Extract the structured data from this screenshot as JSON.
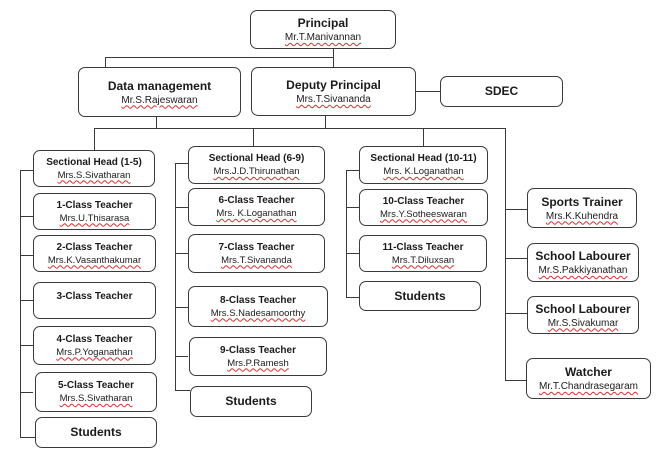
{
  "principal": {
    "title": "Principal",
    "name": "Mr.T.Manivannan"
  },
  "data_management": {
    "title": "Data management",
    "name": "Mr.S.Rajeswaran"
  },
  "deputy_principal": {
    "title": "Deputy Principal",
    "name": "Mrs.T.Sivananda"
  },
  "sdec": {
    "title": "SDEC"
  },
  "section_1_5": {
    "head": {
      "title": "Sectional Head (1-5)",
      "name": "Mrs.S.Sivatharan"
    },
    "teachers": [
      {
        "title": "1-Class Teacher",
        "name": "Mrs.U.Thisarasa"
      },
      {
        "title": "2-Class Teacher",
        "name": "Mrs.K.Vasanthakumar"
      },
      {
        "title": "3-Class Teacher",
        "name": ""
      },
      {
        "title": "4-Class Teacher",
        "name": "Mrs.P.Yoganathan"
      },
      {
        "title": "5-Class Teacher",
        "name": "Mrs.S.Sivatharan"
      }
    ],
    "students": "Students"
  },
  "section_6_9": {
    "head": {
      "title": "Sectional Head (6-9)",
      "name": "Mrs.J.D.Thirunathan"
    },
    "teachers": [
      {
        "title": "6-Class Teacher",
        "name": "Mrs. K.Loganathan"
      },
      {
        "title": "7-Class Teacher",
        "name": "Mrs.T.Sivananda"
      },
      {
        "title": "8-Class Teacher",
        "name": "Mrs.S.Nadesamoorthy"
      },
      {
        "title": "9-Class Teacher",
        "name": "Mrs.P.Ramesh"
      }
    ],
    "students": "Students"
  },
  "section_10_11": {
    "head": {
      "title": "Sectional Head (10-11)",
      "name": "Mrs. K.Loganathan"
    },
    "teachers": [
      {
        "title": "10-Class Teacher",
        "name": "Mrs.Y.Sotheeswaran"
      },
      {
        "title": "11-Class Teacher",
        "name": "Mrs.T.Diluxsan"
      }
    ],
    "students": "Students"
  },
  "support_staff": [
    {
      "title": "Sports Trainer",
      "name": "Mrs.K.Kuhendra"
    },
    {
      "title": "School Labourer",
      "name": "Mr.S.Pakkiyanathan"
    },
    {
      "title": "School Labourer",
      "name": "Mr.S.Sivakumar"
    },
    {
      "title": "Watcher",
      "name": "Mr.T.Chandrasegaram"
    }
  ]
}
